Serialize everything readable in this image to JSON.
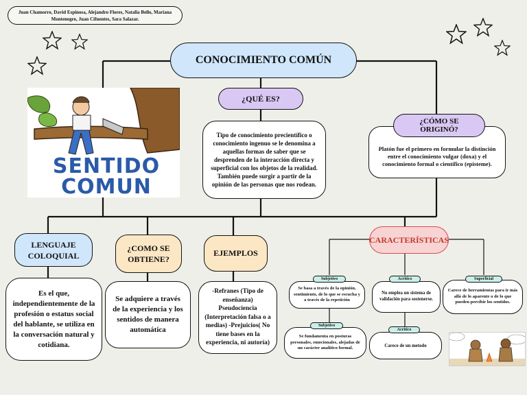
{
  "authors": "Juan Chamorro, David Espinosa, Alejandro Flores, Natalia Bello, Mariana Montenegro, Juan Cifuentes, Sara Salazar.",
  "title": "CONOCIMIENTO COMÚN",
  "logo_text": [
    "SENTIDO",
    "COMUN"
  ],
  "que_es": {
    "heading": "¿QUÉ ES?",
    "text": "Tipo de conocimiento precientífico o conocimiento ingenuo se le denomina a aquellas formas de saber que se desprenden de la interacción directa y superficial con los objetos de la realidad. También puede surgir a partir de la opinión de las personas que nos rodean."
  },
  "origen": {
    "heading": "¿CÓMO SE ORIGINÓ?",
    "text": "Platón fue el primero en formular la distinción entre el conocimiento vulgar (doxa) y el conocimiento formal o científico (episteme)."
  },
  "lenguaje": {
    "heading": "LENGUAJE COLOQUIAL",
    "text": "Es el que, independientemente de la profesión o estatus social del hablante, se utiliza en la conversación natural y cotidiana."
  },
  "obtiene": {
    "heading": "¿COMO SE OBTIENE?",
    "text": "Se adquiere a través de la experiencia y los sentidos de manera automática"
  },
  "ejemplos": {
    "heading": "EJEMPLOS",
    "text": "-Refranes (Tipo de enseñanza) Pseudociencia (Interpretación falsa o a medias) -Prejuicios( No tiene bases en la experiencia, ni autoría)"
  },
  "caracteristicas": {
    "heading": "CARACTERÍSTICAS",
    "items": [
      {
        "tag": "Subjetivo",
        "text": "Se basa a través de la opinión, sentimiento, de lo que se escucha y a través de la repetición"
      },
      {
        "tag": "Acritico",
        "text": "No emplea un sistema de validación para sostenerse."
      },
      {
        "tag": "Superficial",
        "text": "Carece de herramientas para ir más allá de lo aparente o de lo que pueden percibir los sentidos."
      },
      {
        "tag": "Subjetivo",
        "text": "Se fundamenta en posturas personales, emocionales, alejadas de un carácter analítico formal."
      },
      {
        "tag": "Acritico",
        "text": "Carece de un metodo"
      }
    ]
  },
  "colors": {
    "background": "#efefea",
    "title_fill": "#cfe6fb",
    "lavender": "#d9c8f3",
    "peach": "#fbe7c4",
    "pink": "#f8d3d3",
    "mint": "#c9efe8"
  }
}
